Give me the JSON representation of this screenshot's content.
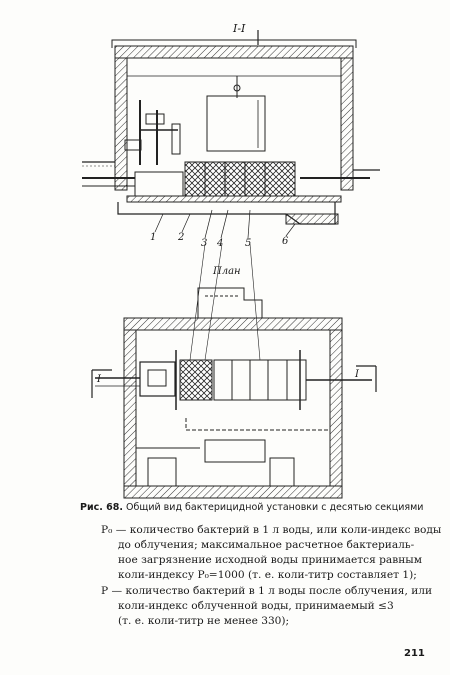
{
  "figure": {
    "section_label": "I-I",
    "callouts": [
      "1",
      "2",
      "3",
      "4",
      "5",
      "6"
    ],
    "plan_label": "План",
    "section_mark_left": "I",
    "section_mark_right": "I"
  },
  "caption": {
    "prefix": "Рис. 68.",
    "text": "Общий вид бактерицидной установки с десятью секциями"
  },
  "body": {
    "lines": [
      "P₀ — количество бактерий в 1 л воды, или коли-индекс воды",
      "до облучения; максимальное расчетное бактериаль-",
      "ное загрязнение исходной воды принимается равным",
      "коли-индексу P₀=1000 (т. е. коли-титр составляет 1);",
      "P — количество бактерий в 1 л воды после облучения, или",
      "коли-индекс облученной воды, принимаемый ≤3",
      "(т. е. коли-титр не менее 330);"
    ]
  },
  "page_number": "211"
}
